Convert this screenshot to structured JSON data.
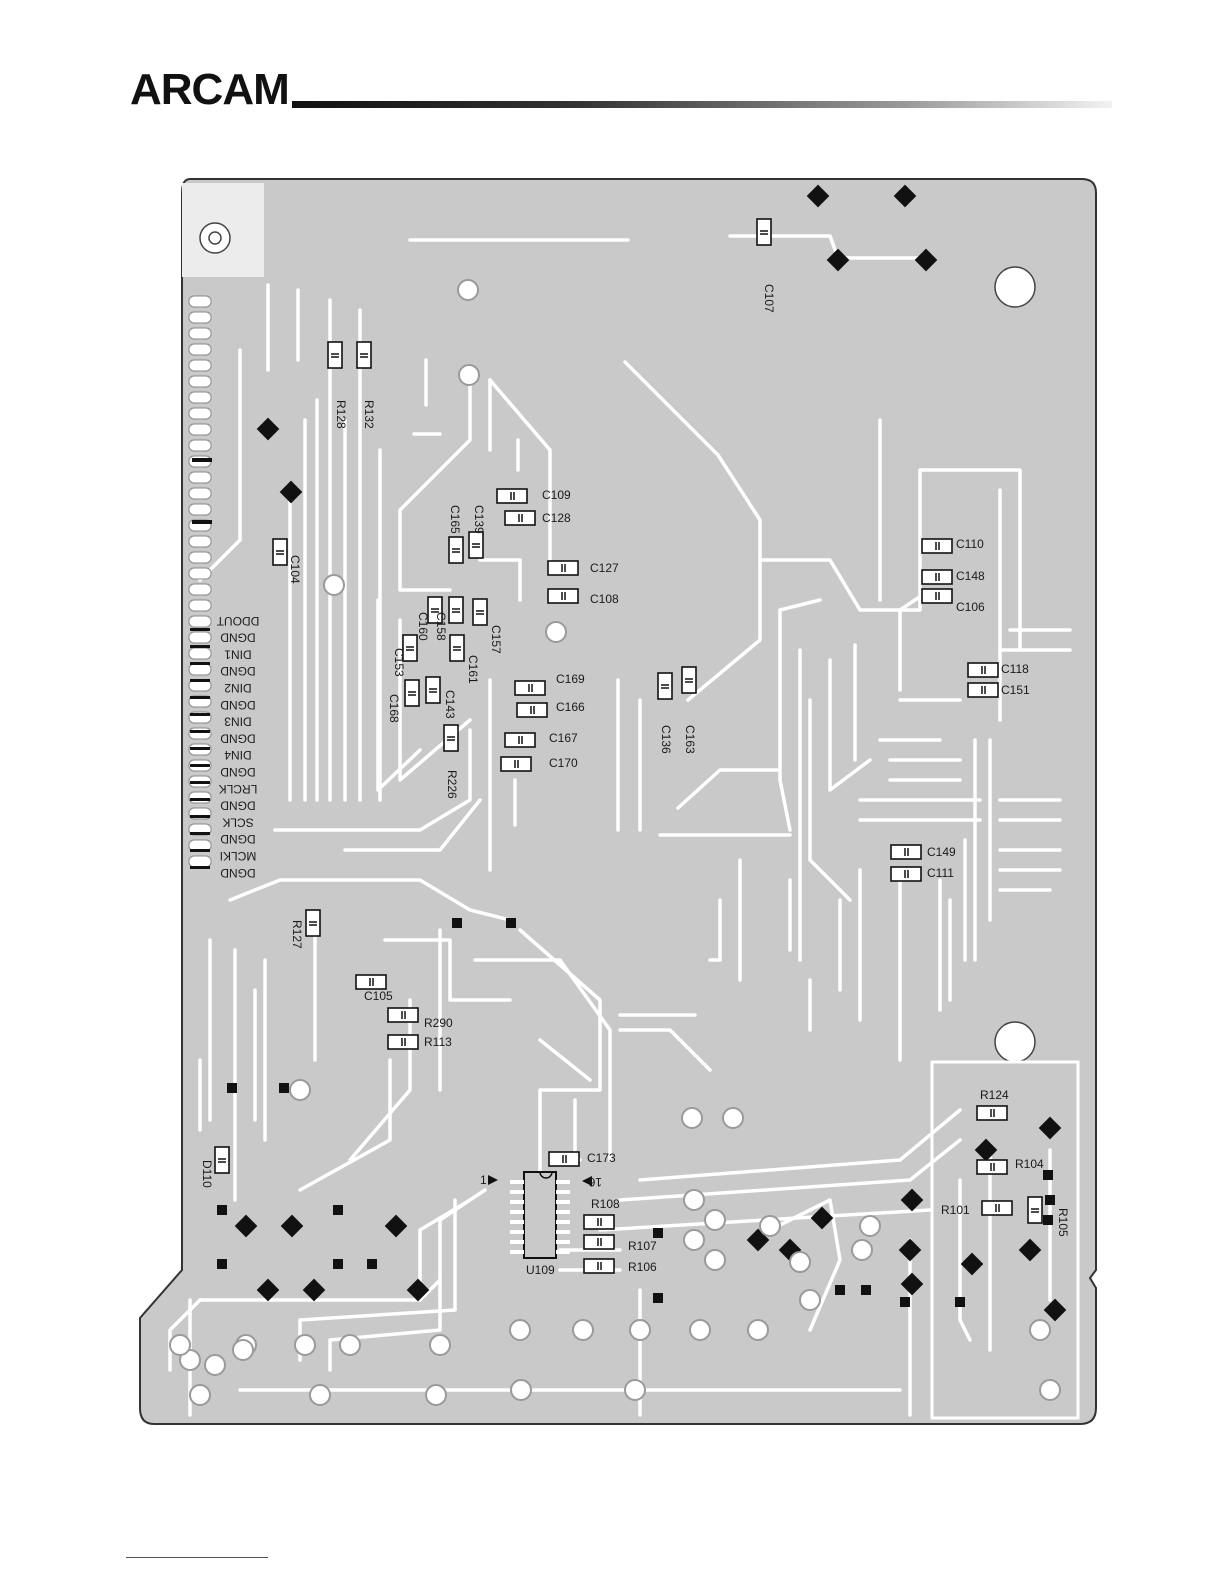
{
  "header": {
    "logo_text": "ARCAM"
  },
  "colors": {
    "board": "#c9c9c9",
    "trace": "#ffffff",
    "outline": "#333333",
    "pad_dark": "#111111",
    "footer_line": "#3050b0"
  },
  "connector_signals": [
    "DDOUT",
    "DGND",
    "DIN1",
    "DGND",
    "DIN2",
    "DGND",
    "DIN3",
    "DGND",
    "DIN4",
    "DGND",
    "LRCLK",
    "DGND",
    "SCLK",
    "DGND",
    "MCLKI",
    "DGND"
  ],
  "components": [
    {
      "ref": "C107",
      "rot": 90
    },
    {
      "ref": "R128",
      "rot": 90
    },
    {
      "ref": "R132",
      "rot": 90
    },
    {
      "ref": "C104",
      "rot": 90
    },
    {
      "ref": "C109",
      "rot": 0
    },
    {
      "ref": "C128",
      "rot": 0
    },
    {
      "ref": "C139",
      "rot": 90
    },
    {
      "ref": "C165",
      "rot": 90
    },
    {
      "ref": "C127",
      "rot": 0
    },
    {
      "ref": "C108",
      "rot": 0
    },
    {
      "ref": "C160",
      "rot": 90
    },
    {
      "ref": "C158",
      "rot": 90
    },
    {
      "ref": "C157",
      "rot": 90
    },
    {
      "ref": "C153",
      "rot": 90
    },
    {
      "ref": "C161",
      "rot": 90
    },
    {
      "ref": "C168",
      "rot": 90
    },
    {
      "ref": "C143",
      "rot": 90
    },
    {
      "ref": "C169",
      "rot": 0
    },
    {
      "ref": "C166",
      "rot": 0
    },
    {
      "ref": "C167",
      "rot": 0
    },
    {
      "ref": "C170",
      "rot": 0
    },
    {
      "ref": "R226",
      "rot": 90
    },
    {
      "ref": "C136",
      "rot": 90
    },
    {
      "ref": "C163",
      "rot": 90
    },
    {
      "ref": "C110",
      "rot": 0
    },
    {
      "ref": "C148",
      "rot": 0
    },
    {
      "ref": "C106",
      "rot": 0
    },
    {
      "ref": "C118",
      "rot": 0
    },
    {
      "ref": "C151",
      "rot": 0
    },
    {
      "ref": "C149",
      "rot": 0
    },
    {
      "ref": "C111",
      "rot": 0
    },
    {
      "ref": "R127",
      "rot": 90
    },
    {
      "ref": "C105",
      "rot": 0
    },
    {
      "ref": "R290",
      "rot": 0
    },
    {
      "ref": "R113",
      "rot": 0
    },
    {
      "ref": "D110",
      "rot": 90
    },
    {
      "ref": "C173",
      "rot": 0
    },
    {
      "ref": "R108",
      "rot": 0
    },
    {
      "ref": "R107",
      "rot": 0
    },
    {
      "ref": "R106",
      "rot": 0
    },
    {
      "ref": "U109",
      "rot": 0
    },
    {
      "ref": "R124",
      "rot": 0
    },
    {
      "ref": "R104",
      "rot": 0
    },
    {
      "ref": "R101",
      "rot": 0
    },
    {
      "ref": "R105",
      "rot": 90
    }
  ],
  "pin_markers": [
    "1",
    "16"
  ]
}
